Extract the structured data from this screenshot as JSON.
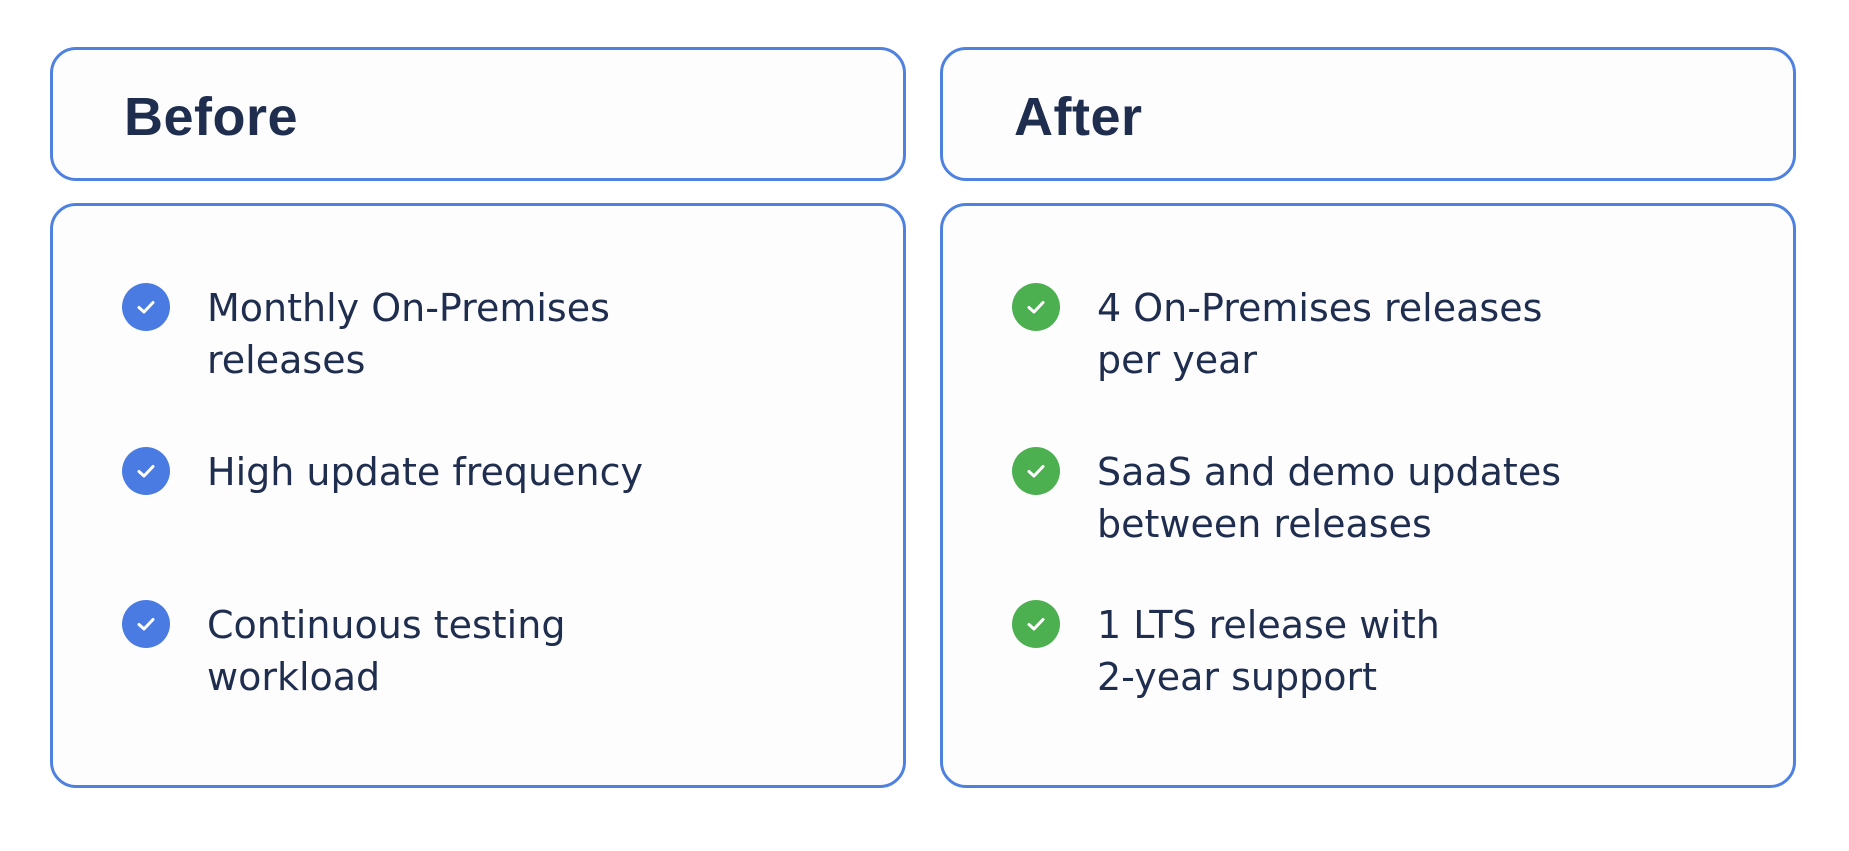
{
  "before": {
    "title": "Before",
    "items": [
      {
        "lines": [
          "Monthly On-Premises",
          "releases"
        ]
      },
      {
        "lines": [
          "High update frequency"
        ]
      },
      {
        "lines": [
          "Continuous testing",
          "workload"
        ]
      }
    ]
  },
  "after": {
    "title": "After",
    "items": [
      {
        "lines": [
          "4 On-Premises releases",
          "per year"
        ]
      },
      {
        "lines": [
          "SaaS and demo updates",
          "between releases"
        ]
      },
      {
        "lines": [
          "1 LTS release with",
          "2-year support"
        ]
      }
    ]
  },
  "colors": {
    "border": "#4f82e0",
    "before_check": "#4a7be3",
    "after_check": "#4caf50",
    "text": "#1f2d4e"
  },
  "icons": {
    "before_item": "check-circle-icon",
    "after_item": "check-circle-icon"
  }
}
